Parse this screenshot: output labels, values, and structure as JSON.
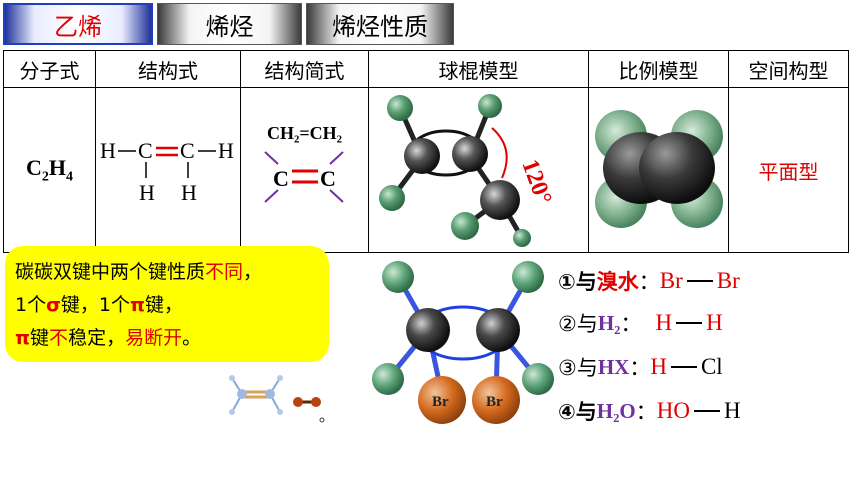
{
  "tabs": [
    {
      "label": "乙烯",
      "active": true
    },
    {
      "label": "烯烃",
      "active": false
    },
    {
      "label": "烯烃性质",
      "active": false
    }
  ],
  "table": {
    "headers": [
      "分子式",
      "结构式",
      "结构简式",
      "球棍模型",
      "比例模型",
      "空间构型"
    ],
    "formula": {
      "main": "C",
      "sub1": "2",
      "mid": "H",
      "sub2": "4"
    },
    "structural": {
      "row1": [
        "H",
        "C",
        "C",
        "H"
      ],
      "row2": [
        "H",
        "H"
      ]
    },
    "condensed": {
      "text": "CH₂=CH₂",
      "atoms": [
        "C",
        "C"
      ]
    },
    "angle_label": "120°",
    "shape": "平面型"
  },
  "note": {
    "line1_a": "碳碳双键中两个键性质",
    "line1_b": "不同",
    "line1_c": "，",
    "line2_a": "1个",
    "line2_b": "σ",
    "line2_c": "键，1个",
    "line2_d": "π",
    "line2_e": "键，",
    "line3_a": "π",
    "line3_b": "键",
    "line3_c": "不",
    "line3_d": "稳定，",
    "line3_e": "易断开",
    "line3_f": "。"
  },
  "model_labels": [
    "Br",
    "Br"
  ],
  "reactions": [
    {
      "num": "①与",
      "reagent": "溴水",
      "sep": "：",
      "left": "Br",
      "right": "Br"
    },
    {
      "num": "②与",
      "reagent": "H₂",
      "sep": "：",
      "left": "H",
      "right": "H"
    },
    {
      "num": "③与",
      "reagent": "HX",
      "sep": "：",
      "left": "H",
      "right": "Cl"
    },
    {
      "num": "④与",
      "reagent": "H₂O",
      "sep": "：",
      "left": "HO",
      "right": "H"
    }
  ],
  "colors": {
    "red": "#e00000",
    "purple": "#7030a0",
    "note_bg": "#ffff00",
    "tab_border": "#1f3fbf",
    "bromine": "#d2691e",
    "hydrogen": "#5a9e74"
  }
}
